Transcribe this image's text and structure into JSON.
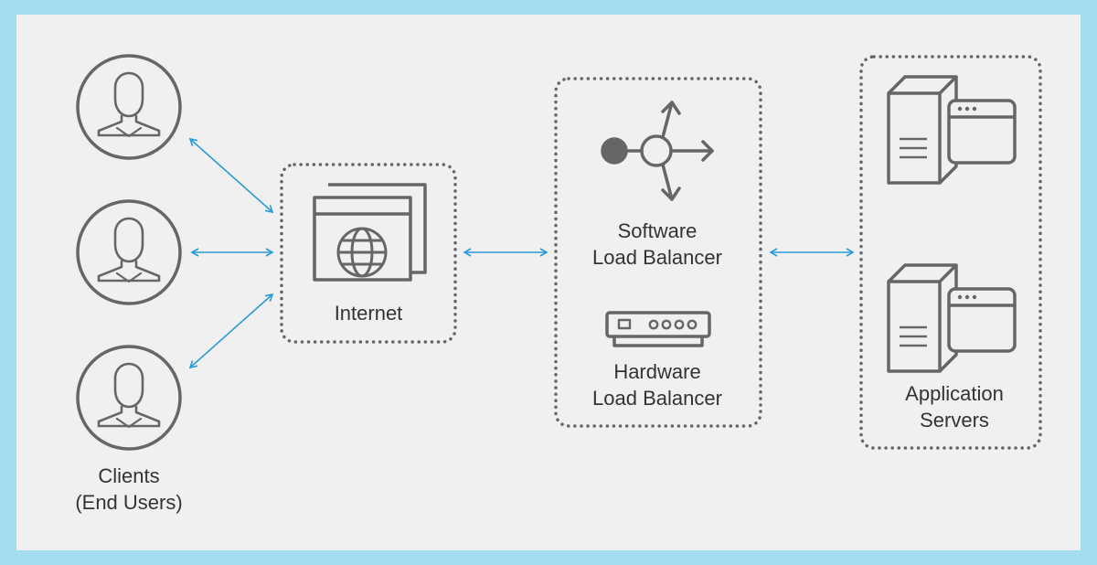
{
  "colors": {
    "border": "#a4dcf0",
    "background": "#f0f0f0",
    "icon": "#666666",
    "arrow": "#2a9bd6",
    "text": "#333333"
  },
  "nodes": {
    "clients": {
      "line1": "Clients",
      "line2": "(End Users)",
      "icons": [
        "user-icon",
        "user-icon",
        "user-icon"
      ]
    },
    "internet": {
      "label": "Internet",
      "icon": "browser-globe-icon"
    },
    "software_lb": {
      "line1": "Software",
      "line2": "Load Balancer",
      "icon": "routing-arrows-icon"
    },
    "hardware_lb": {
      "line1": "Hardware",
      "line2": "Load Balancer",
      "icon": "network-device-icon"
    },
    "app_servers": {
      "line1": "Application",
      "line2": "Servers",
      "icons": [
        "server-window-icon",
        "server-window-icon"
      ]
    }
  },
  "connections": [
    {
      "from": "client-1",
      "to": "internet",
      "style": "bidirectional"
    },
    {
      "from": "client-2",
      "to": "internet",
      "style": "bidirectional"
    },
    {
      "from": "client-3",
      "to": "internet",
      "style": "bidirectional"
    },
    {
      "from": "internet",
      "to": "load-balancer",
      "style": "bidirectional"
    },
    {
      "from": "load-balancer",
      "to": "app-servers",
      "style": "bidirectional"
    }
  ]
}
